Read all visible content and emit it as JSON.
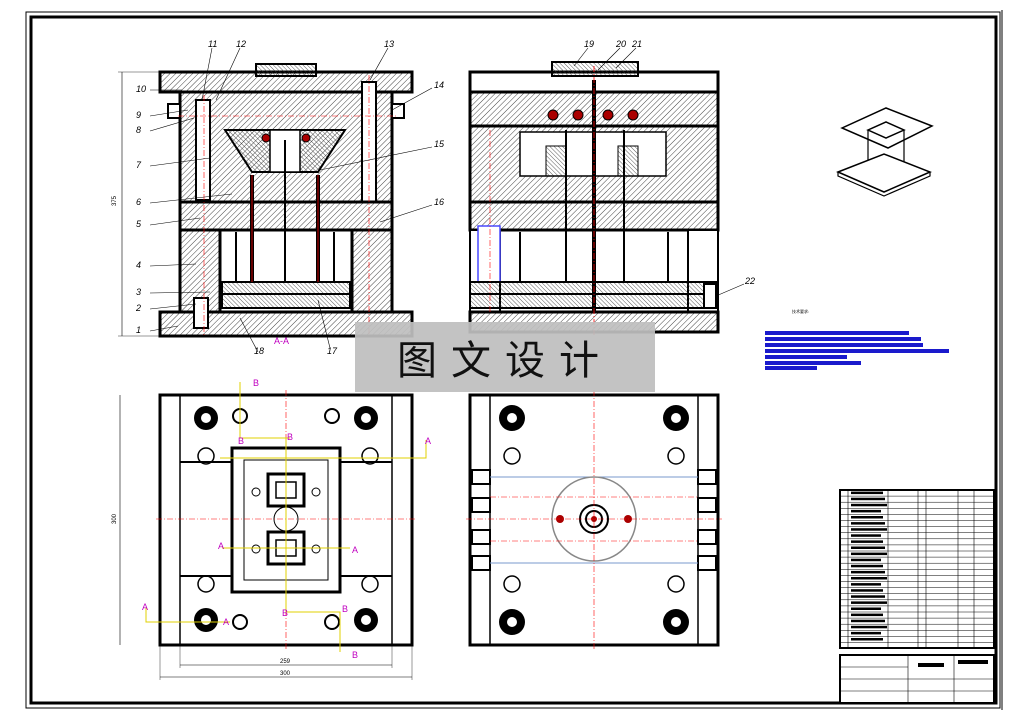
{
  "parts": {
    "left": [
      "10",
      "9",
      "8",
      "7",
      "6",
      "5",
      "4",
      "3",
      "2",
      "1"
    ],
    "top": [
      "11",
      "12",
      "13",
      "19",
      "20",
      "21"
    ],
    "right": [
      "14",
      "15",
      "16",
      "22"
    ],
    "bottom": [
      "18",
      "17"
    ]
  },
  "section_labels": {
    "aa": "A-A",
    "a": "A",
    "b": "B"
  },
  "dimensions": {
    "height": "375",
    "plan_height": "300",
    "inner_width": "259",
    "width": "300"
  },
  "notes": {
    "title": "技术要求:"
  },
  "watermark": "图文设计",
  "colors": {
    "line": "#000000",
    "center": "#ff0000",
    "section": "#c000c0",
    "note_bar": "#1a1acc",
    "hatch": "#555555",
    "watermark_bg": "#bebebe"
  }
}
